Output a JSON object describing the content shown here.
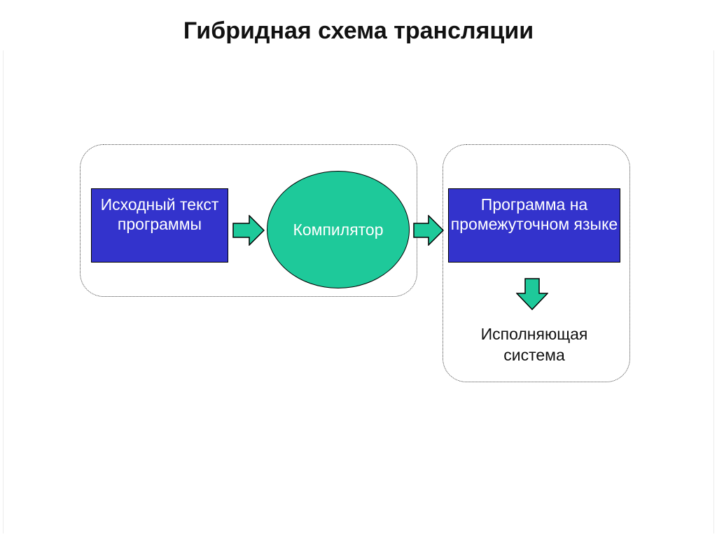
{
  "slide": {
    "title": "Гибридная схема трансляции"
  },
  "diagram": {
    "source_box": {
      "label": "Исходный текст программы",
      "color": "#3333cc"
    },
    "compiler": {
      "label": "Компилятор",
      "color": "#1ec99a"
    },
    "intermediate_box": {
      "label": "Программа на промежуточном языке",
      "color": "#3333cc"
    },
    "execution_system": {
      "label": "Исполняющая система"
    },
    "arrow_color": "#1ec99a"
  }
}
